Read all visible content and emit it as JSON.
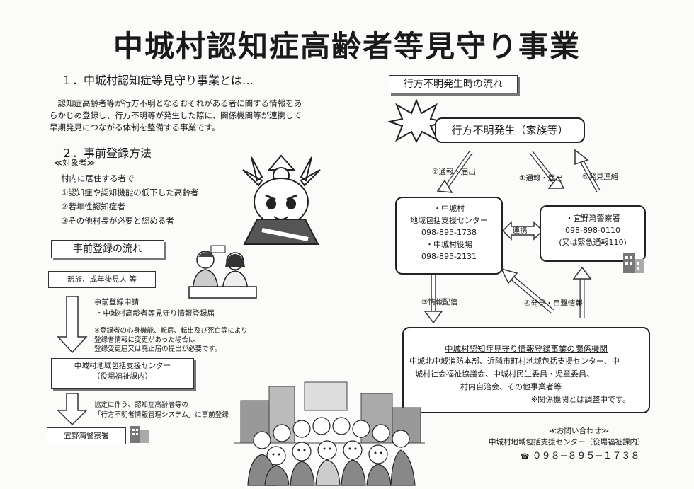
{
  "title": "中城村認知症高齢者等見守り事業",
  "section1": {
    "heading": "１．中城村認知症等見守り事業とは…",
    "lines": [
      "　認知症高齢者等が行方不明となるおそれがある者に関する情報をあ",
      "らかじめ登録し、行方不明等が発生した際に、関係機関等が連携して",
      "早期発見につながる体制を整備する事業です。"
    ]
  },
  "section2": {
    "heading": "２．事前登録方法",
    "target_label": "≪対象者≫",
    "intro": "村内に居住する者で",
    "items": [
      "①認知症や認知機能の低下した高齢者",
      "②若年性認知症者",
      "③その他村長が必要と認める者"
    ]
  },
  "reg_flow": {
    "label": "事前登録の流れ",
    "step1": "親族、成年後見人 等",
    "apply_title": "事前登録申請",
    "apply_item": "・中城村高齢者等見守り情報登録届",
    "notes": [
      "※登録者の心身機能、転居、転出及び死亡等により",
      "登録者情報に変更があった場合は",
      "登録変更届又は廃止届の提出が必要です。"
    ],
    "center_line1": "中城村地域包括支援センター",
    "center_line2": "（役場福祉課内）",
    "agreement": [
      "協定に伴う、認知症高齢者等の",
      "「行方不明者情報管理システム」に事前登録"
    ],
    "police": "宜野湾警察署"
  },
  "missing_flow": {
    "label": "行方不明発生時の流れ",
    "occurrence": "行方不明発生（家族等）",
    "arrow_report_left": "②通報・届出",
    "arrow_report_right": "①通報・届出",
    "arrow_found": "⑤発見連絡",
    "center_box": [
      "・中城村",
      "地域包括支援センター",
      "098-895-1738",
      "・中城村役場",
      "098-895-2131"
    ],
    "link": "連携",
    "police_box": [
      "・宜野湾警察署",
      "098-898-0110",
      "(又は緊急通報110)"
    ],
    "arrow_info": "③情報配信",
    "arrow_sighting": "④発見・目撃情報"
  },
  "agencies": {
    "title": "中城村認知症見守り情報登録事業の関係機関",
    "lines": [
      "中城北中城消防本部、近隣市町村地域包括支援センター、中",
      "城村社会福祉協議会、中城村民生委員・児童委員、",
      "村内自治会、その他事業者等"
    ],
    "note": "※関係機関とは調整中です。"
  },
  "contact": {
    "label": "≪お問い合わせ≫",
    "org": "中城村地域包括支援センター（役場福祉課内）",
    "phone_icon": "☎",
    "phone": "０９８−８９５−１７３８"
  }
}
